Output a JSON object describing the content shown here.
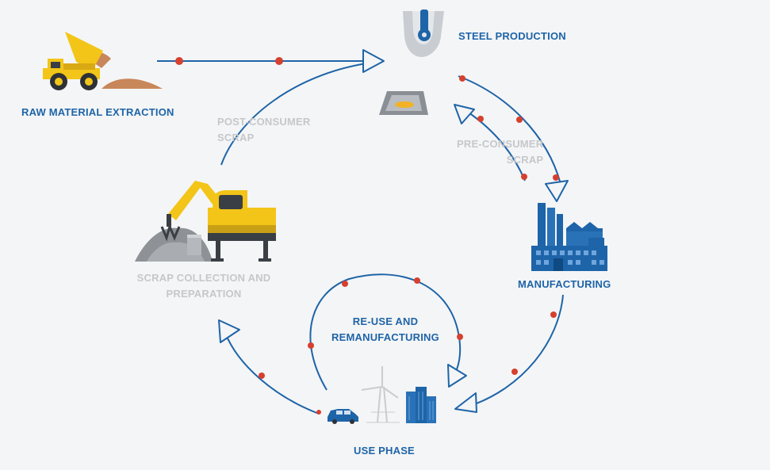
{
  "colors": {
    "background": "#f4f5f6",
    "flow": "#1e64a8",
    "dot": "#d6402e",
    "active_label": "#1e64a8",
    "inactive_label": "#c5c8cb",
    "machine_yellow": "#f2c518",
    "slag": "#c8875a",
    "scrap_pile": "#8e9296"
  },
  "labels": {
    "raw_material": "RAW MATERIAL EXTRACTION",
    "steel_production": "STEEL PRODUCTION",
    "post_consumer_1": "POST-CONSUMER",
    "post_consumer_2": "SCRAP",
    "pre_consumer_1": "PRE-CONSUMER",
    "pre_consumer_2": "SCRAP",
    "manufacturing": "MANUFACTURING",
    "scrap_collection_1": "SCRAP COLLECTION AND",
    "scrap_collection_2": "PREPARATION",
    "reuse_1": "RE-USE AND",
    "reuse_2": "REMANUFACTURING",
    "use_phase": "USE PHASE"
  },
  "icons": {
    "dump_truck": "dump-truck-icon",
    "ladle": "ladle-icon",
    "furnace_tray": "furnace-tray-icon",
    "factory": "factory-icon",
    "scrap_excavator": "scrap-excavator-icon",
    "car": "car-icon",
    "wind_turbine": "wind-turbine-icon",
    "buildings": "buildings-icon"
  }
}
